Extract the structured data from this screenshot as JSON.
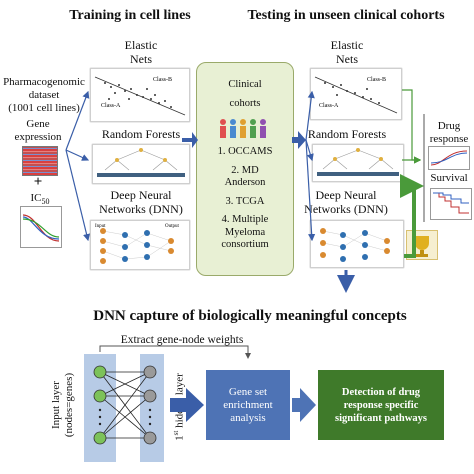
{
  "headers": {
    "training": "Training in cell lines",
    "testing": "Testing in unseen clinical cohorts",
    "dnn_capture": "DNN capture of biologically meaningful concepts"
  },
  "left": {
    "pharmaco_lines": [
      "Pharmacogenomic",
      "dataset",
      "(1001 cell lines)"
    ],
    "gene_expression_lines": [
      "Gene",
      "expression"
    ],
    "plus": "+",
    "ic50_main": "IC",
    "ic50_sub": "50"
  },
  "models": {
    "elastic_nets_lines": [
      "Elastic",
      "Nets"
    ],
    "random_forests": "Random Forests",
    "dnn_lines": [
      "Deep Neural",
      "Networks (DNN)"
    ]
  },
  "thumbs": {
    "class_b": "Class-B",
    "class_a": "Class-A",
    "input": "Input",
    "output": "Output"
  },
  "clinical": {
    "title_lines": [
      "Clinical",
      "cohorts"
    ],
    "items": [
      "1. OCCAMS",
      "2. MD Anderson",
      "3. TCGA",
      "4. Multiple Myeloma consortium"
    ]
  },
  "outputs": {
    "drug_response_lines": [
      "Drug",
      "response"
    ],
    "survival": "Survival"
  },
  "bottom": {
    "extract_label": "Extract gene-node weights",
    "input_layer_lines": [
      "Input layer",
      "(nodes=genes)"
    ],
    "hidden_layer_main": "hidden layer",
    "hidden_layer_sup": "st",
    "hidden_layer_num": "1",
    "gene_set_lines": [
      "Gene set",
      "enrichment",
      "analysis"
    ],
    "detection_lines": [
      "Detection of drug",
      "response specific",
      "significant pathways"
    ]
  },
  "colors": {
    "arrow_blue": "#3a5ea8",
    "arrow_green": "#4a9a3a",
    "box_blue": "#4e73b5",
    "box_green": "#3f7a2a",
    "clinical_bg": "#e8f0d4",
    "node_green": "#7cc25a",
    "node_gray": "#9a9a9a"
  }
}
